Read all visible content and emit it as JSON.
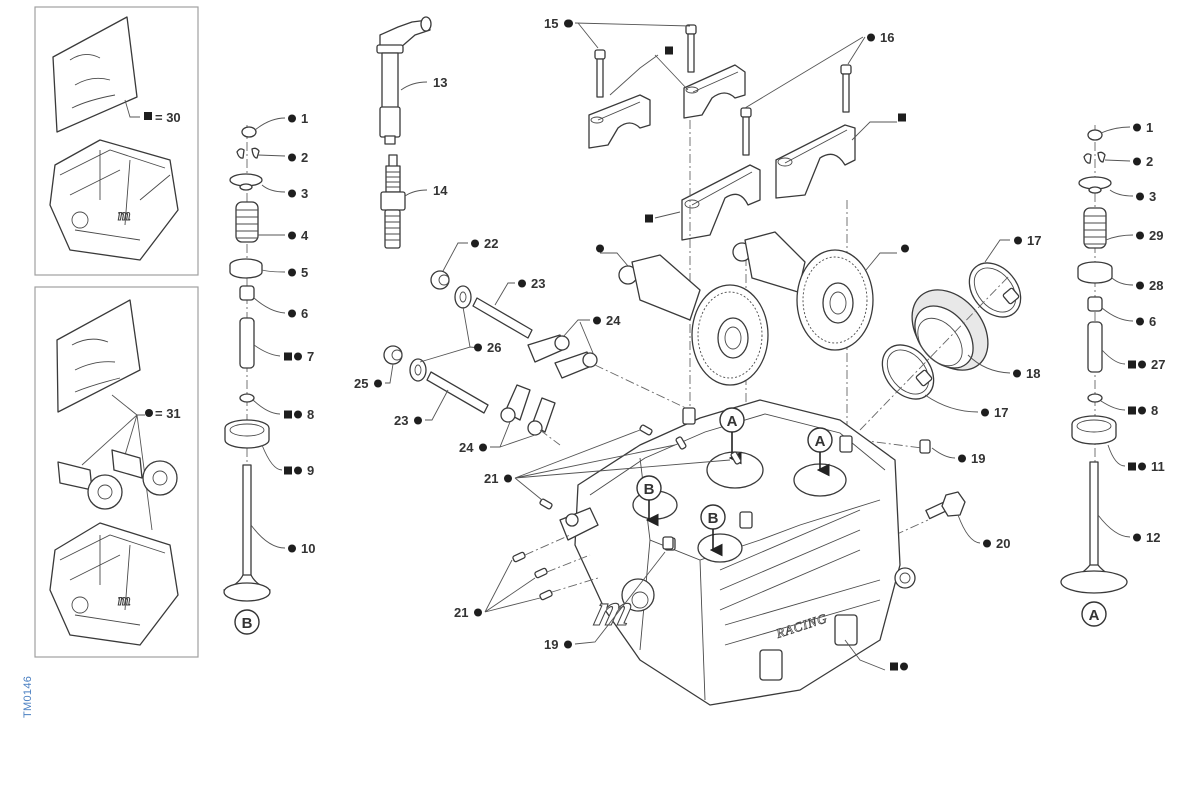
{
  "diagram": {
    "title_code": "TM0146",
    "kits": [
      {
        "marker": "square",
        "label": "= 30"
      },
      {
        "marker": "dot",
        "label": "= 31"
      }
    ],
    "callouts": [
      {
        "id": "c1a",
        "text": "1",
        "markers": [
          "dot"
        ]
      },
      {
        "id": "c2a",
        "text": "2",
        "markers": [
          "dot"
        ]
      },
      {
        "id": "c3a",
        "text": "3",
        "markers": [
          "dot"
        ]
      },
      {
        "id": "c4",
        "text": "4",
        "markers": [
          "dot"
        ]
      },
      {
        "id": "c5",
        "text": "5",
        "markers": [
          "dot"
        ]
      },
      {
        "id": "c6a",
        "text": "6",
        "markers": [
          "dot"
        ]
      },
      {
        "id": "c7",
        "text": "7",
        "markers": [
          "square",
          "dot"
        ]
      },
      {
        "id": "c8a",
        "text": "8",
        "markers": [
          "square",
          "dot"
        ]
      },
      {
        "id": "c9",
        "text": "9",
        "markers": [
          "square",
          "dot"
        ]
      },
      {
        "id": "c10",
        "text": "10",
        "markers": [
          "dot"
        ]
      },
      {
        "id": "c13",
        "text": "13",
        "markers": []
      },
      {
        "id": "c14",
        "text": "14",
        "markers": []
      },
      {
        "id": "c15",
        "text": "15",
        "markers": [
          "dot"
        ]
      },
      {
        "id": "c16",
        "text": "16",
        "markers": [
          "dot"
        ]
      },
      {
        "id": "c17a",
        "text": "17",
        "markers": [
          "dot"
        ]
      },
      {
        "id": "c17b",
        "text": "17",
        "markers": [
          "dot"
        ]
      },
      {
        "id": "c18",
        "text": "18",
        "markers": [
          "dot"
        ]
      },
      {
        "id": "c19a",
        "text": "19",
        "markers": [
          "dot"
        ]
      },
      {
        "id": "c19b",
        "text": "19",
        "markers": [
          "dot"
        ]
      },
      {
        "id": "c20",
        "text": "20",
        "markers": [
          "dot"
        ]
      },
      {
        "id": "c21a",
        "text": "21",
        "markers": [
          "dot"
        ]
      },
      {
        "id": "c21b",
        "text": "21",
        "markers": [
          "dot"
        ]
      },
      {
        "id": "c22",
        "text": "22",
        "markers": [
          "dot"
        ]
      },
      {
        "id": "c23a",
        "text": "23",
        "markers": [
          "dot"
        ]
      },
      {
        "id": "c23b",
        "text": "23",
        "markers": [
          "dot"
        ]
      },
      {
        "id": "c24a",
        "text": "24",
        "markers": [
          "dot"
        ]
      },
      {
        "id": "c24b",
        "text": "24",
        "markers": [
          "dot"
        ]
      },
      {
        "id": "c25",
        "text": "25",
        "markers": [
          "dot"
        ]
      },
      {
        "id": "c26",
        "text": "26",
        "markers": [
          "dot"
        ]
      },
      {
        "id": "c1b",
        "text": "1",
        "markers": [
          "dot"
        ]
      },
      {
        "id": "c2b",
        "text": "2",
        "markers": [
          "dot"
        ]
      },
      {
        "id": "c3b",
        "text": "3",
        "markers": [
          "dot"
        ]
      },
      {
        "id": "c29",
        "text": "29",
        "markers": [
          "dot"
        ]
      },
      {
        "id": "c28",
        "text": "28",
        "markers": [
          "dot"
        ]
      },
      {
        "id": "c6b",
        "text": "6",
        "markers": [
          "dot"
        ]
      },
      {
        "id": "c27",
        "text": "27",
        "markers": [
          "square",
          "dot"
        ]
      },
      {
        "id": "c8b",
        "text": "8",
        "markers": [
          "square",
          "dot"
        ]
      },
      {
        "id": "c11",
        "text": "11",
        "markers": [
          "square",
          "dot"
        ]
      },
      {
        "id": "c12",
        "text": "12",
        "markers": [
          "dot"
        ]
      }
    ],
    "reference_letters": {
      "intake": "A",
      "exhaust": "B"
    },
    "head_logo": "m",
    "head_logo_sub": "RACING",
    "colors": {
      "line": "#3a3a3a",
      "code_blue": "#4a7fc1",
      "kit_border": "#a0a0a0"
    }
  }
}
